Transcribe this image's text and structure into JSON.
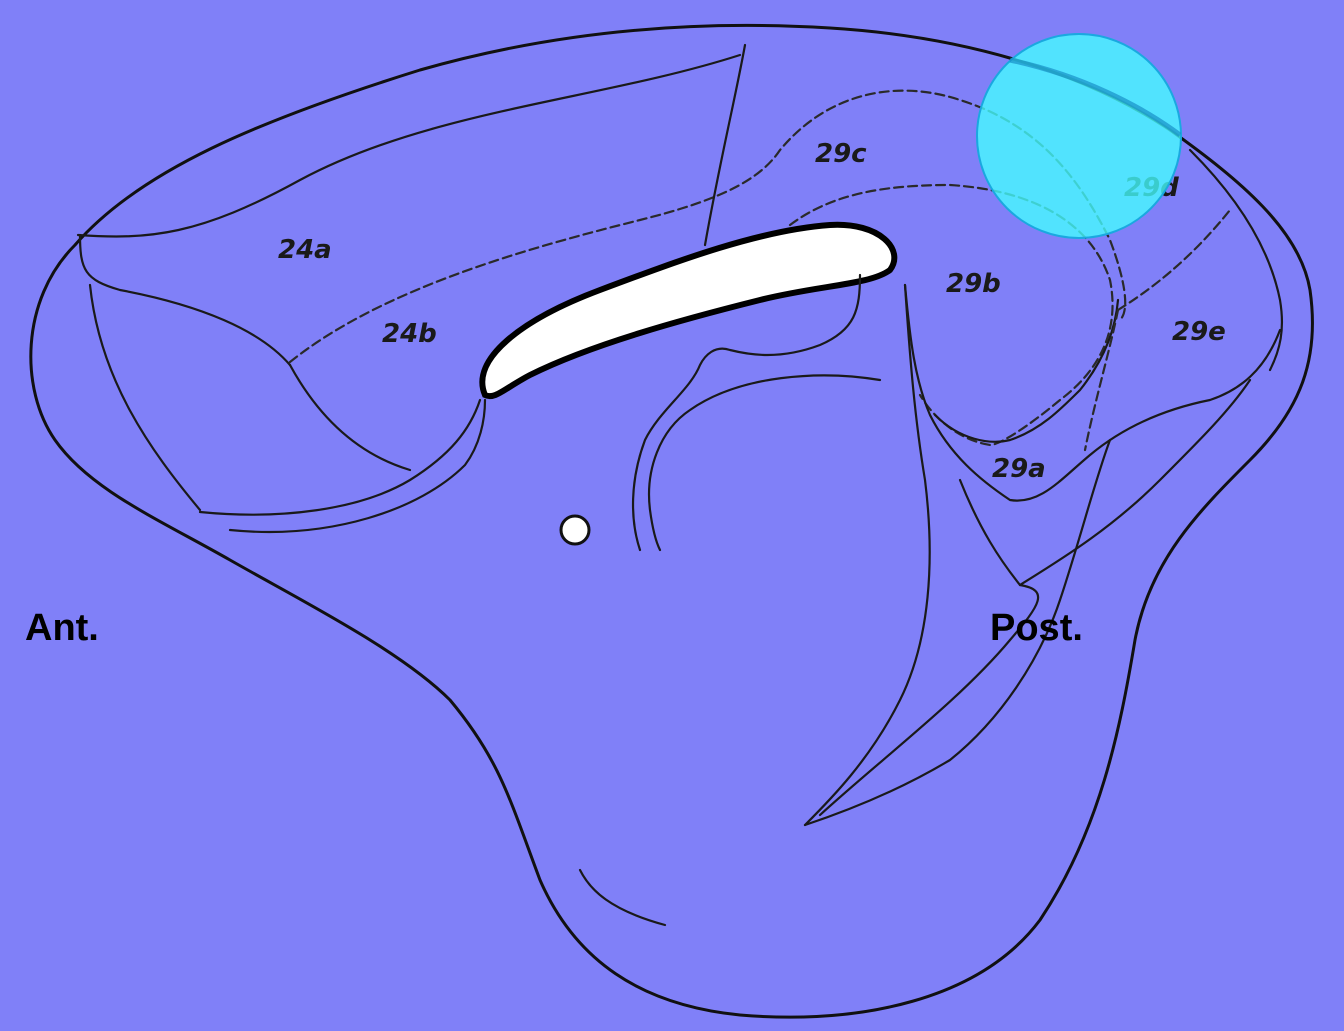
{
  "colors": {
    "background": "#8080F8",
    "brain_fill": "#FFFFFF",
    "outline": "#111111",
    "highlight_fill": "#44FFFF",
    "highlight_stroke": "#1AA8E0"
  },
  "regions": [
    {
      "id": "24a",
      "label": "24a"
    },
    {
      "id": "24b",
      "label": "24b"
    },
    {
      "id": "29c",
      "label": "29c"
    },
    {
      "id": "29d",
      "label": "29d"
    },
    {
      "id": "29b",
      "label": "29b"
    },
    {
      "id": "29e",
      "label": "29e"
    },
    {
      "id": "29a",
      "label": "29a"
    }
  ],
  "orientation": {
    "anterior": "Ant.",
    "posterior": "Post."
  }
}
